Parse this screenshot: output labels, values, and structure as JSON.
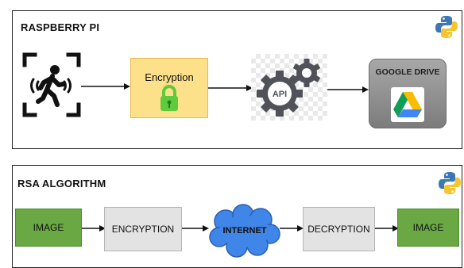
{
  "top": {
    "title": "RASPBERRY PI",
    "encryption_label": "Encryption",
    "api_label": "API",
    "drive_label": "GOOGLE DRIVE"
  },
  "bottom": {
    "title": "RSA ALGORITHM",
    "steps": [
      "IMAGE",
      "ENCRYPTION",
      "INTERNET",
      "DECRYPTION",
      "IMAGE"
    ]
  },
  "colors": {
    "encryption_fill": "#fde08a",
    "image_fill": "#6aa844",
    "step_fill": "#e3e3e3",
    "cloud_fill": "#3f86e8",
    "drive_fill": "#8e8e8e",
    "lock_fill": "#5ecb3c"
  },
  "icons": [
    "python-icon",
    "motion-sensor-icon",
    "lock-icon",
    "gear-icon",
    "google-drive-icon",
    "cloud-icon"
  ]
}
